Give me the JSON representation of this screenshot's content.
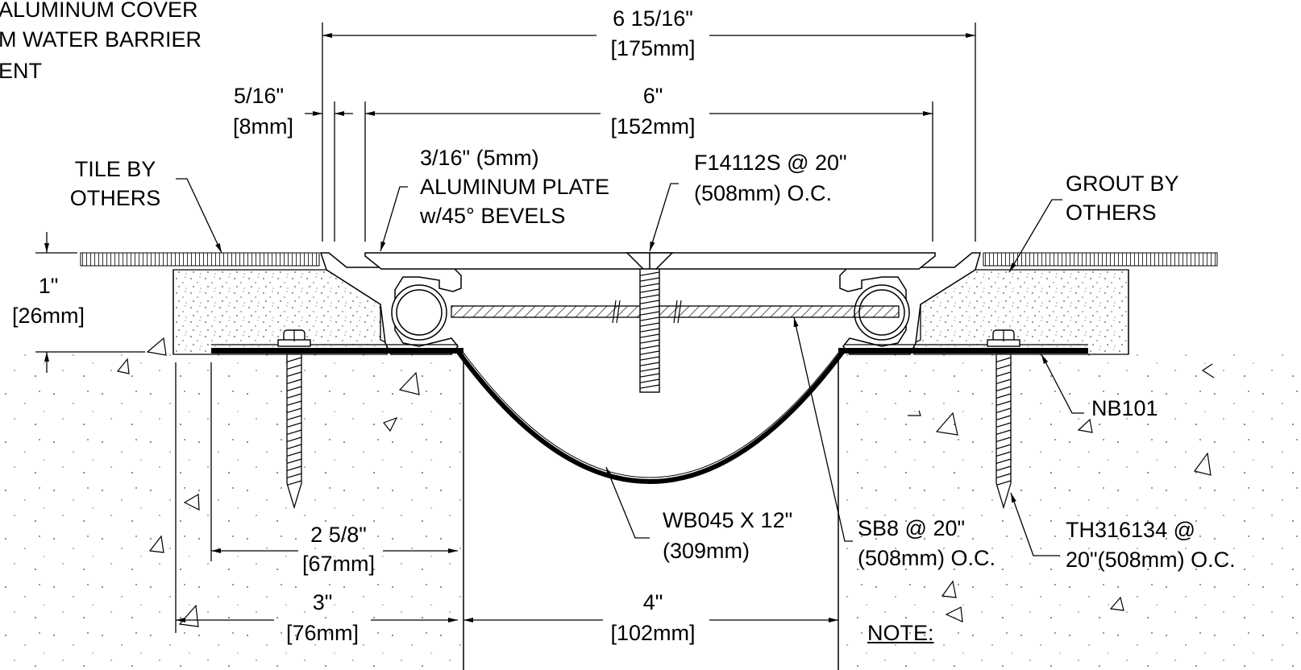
{
  "labels": {
    "top_left_1": "ALUMINUM COVER",
    "top_left_2": "M WATER BARRIER",
    "top_left_3": "ENT",
    "dim_overall": "6 15/16\"",
    "dim_overall_mm": "[175mm]",
    "dim_gap": "5/16\"",
    "dim_gap_mm": "[8mm]",
    "dim_plate": "6\"",
    "dim_plate_mm": "[152mm]",
    "tile_1": "TILE BY",
    "tile_2": "OTHERS",
    "plate_1": "3/16\" (5mm)",
    "plate_2": "ALUMINUM PLATE",
    "plate_3": "w/45° BEVELS",
    "screw_1": "F14112S @ 20\"",
    "screw_2": "(508mm) O.C.",
    "grout_1": "GROUT BY",
    "grout_2": "OTHERS",
    "dim_depth": "1\"",
    "dim_depth_mm": "[26mm]",
    "nb": "NB101",
    "wb_1": "WB045 X 12\"",
    "wb_2": "(309mm)",
    "sb_1": "SB8 @ 20\"",
    "sb_2": "(508mm) O.C.",
    "th_1": "TH316134 @",
    "th_2": "20\"(508mm) O.C.",
    "dim_flange": "2 5/8\"",
    "dim_flange_mm": "[67mm]",
    "dim_edge": "3\"",
    "dim_edge_mm": "[76mm]",
    "dim_joint": "4\"",
    "dim_joint_mm": "[102mm]",
    "note": "NOTE:"
  }
}
